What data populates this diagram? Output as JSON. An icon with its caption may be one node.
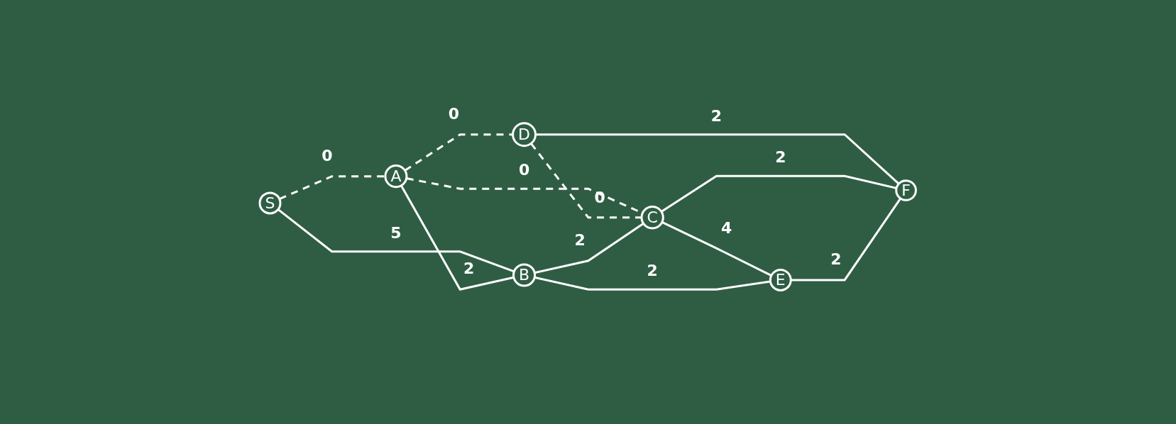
{
  "diagram": {
    "nodes": [
      {
        "text": [
          "S"
        ]
      },
      {
        "text": [
          "A"
        ]
      },
      {
        "text": [
          "B"
        ]
      },
      {
        "text": [
          "C"
        ]
      },
      {
        "text": [
          "D"
        ]
      },
      {
        "text": [
          "E"
        ]
      },
      {
        "text": [
          "F"
        ]
      }
    ],
    "edges": [
      {
        "from": 0,
        "to": 1,
        "arrow": "none",
        "label": "0",
        "style": "dashed"
      },
      {
        "from": 0,
        "to": 2,
        "arrow": "none",
        "label": "5"
      },
      {
        "from": 1,
        "to": 4,
        "arrow": "none",
        "label": "0",
        "style": "dashed"
      },
      {
        "from": 1,
        "to": 2,
        "arrow": "none",
        "label": "2"
      },
      {
        "from": 1,
        "to": 3,
        "arrow": "none",
        "label": "0",
        "style": "dashed"
      },
      {
        "from": 4,
        "to": 3,
        "arrow": "none",
        "label": "0",
        "style": "dashed"
      },
      {
        "from": 4,
        "to": 6,
        "arrow": "none",
        "label": "2"
      },
      {
        "from": 3,
        "to": 6,
        "arrow": "none",
        "label": "2"
      },
      {
        "from": 2,
        "to": 3,
        "arrow": "none",
        "label": "2"
      },
      {
        "from": 3,
        "to": 5,
        "arrow": "none",
        "label": "4"
      },
      {
        "from": 2,
        "to": 5,
        "arrow": "none",
        "label": "2"
      },
      {
        "from": 5,
        "to": 6,
        "arrow": "none",
        "label": "2"
      }
    ]
  }
}
